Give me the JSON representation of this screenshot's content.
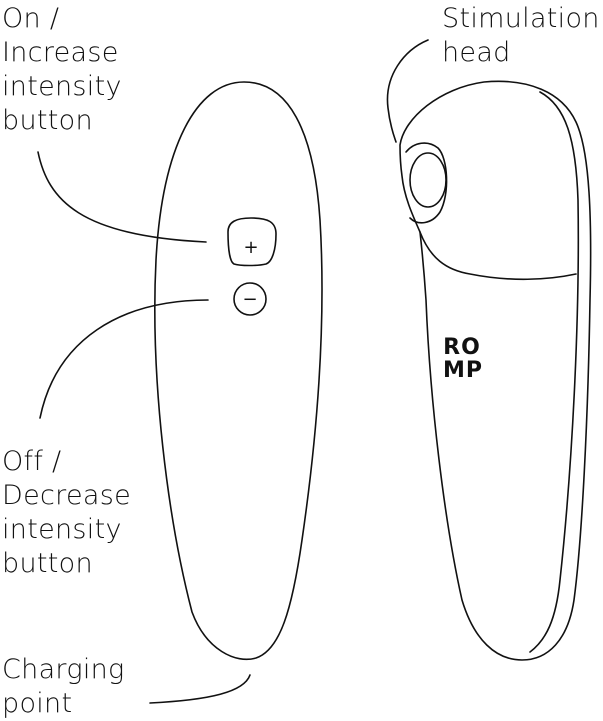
{
  "labels": {
    "on_increase": [
      "On /",
      "Increase",
      "intensity",
      "button"
    ],
    "off_decrease": [
      "Off /",
      "Decrease",
      "intensity",
      "button"
    ],
    "charging": [
      "Charging",
      "point"
    ],
    "stimulation_head": [
      "Stimulation",
      "head"
    ]
  },
  "device": {
    "brand_line1": "RO",
    "brand_line2": "MP",
    "plus_glyph": "+",
    "minus_glyph": "−"
  },
  "colors": {
    "stroke": "#111111",
    "background": "#ffffff"
  }
}
